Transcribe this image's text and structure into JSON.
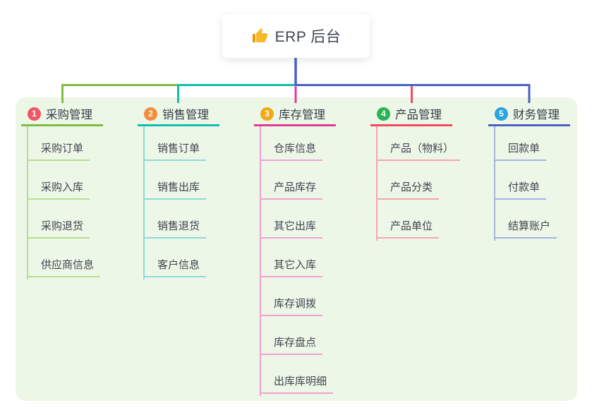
{
  "root": {
    "icon": "thumbs-up-icon",
    "label": "ERP 后台"
  },
  "canvas": {
    "background": "#ffffff",
    "panel_background": "#edf7e8",
    "root_connector_color": "#4a61c4"
  },
  "branches": [
    {
      "number": "1",
      "title": "采购管理",
      "accent_color": "#7ebd41",
      "light_color": "#b8dc90",
      "badge_color": "#ee5766",
      "children": [
        "采购订单",
        "采购入库",
        "采购退货",
        "供应商信息"
      ]
    },
    {
      "number": "2",
      "title": "销售管理",
      "accent_color": "#13bdb1",
      "light_color": "#8adcd4",
      "badge_color": "#f68b3b",
      "children": [
        "销售订单",
        "销售出库",
        "销售退货",
        "客户信息"
      ]
    },
    {
      "number": "3",
      "title": "库存管理",
      "accent_color": "#e23a98",
      "light_color": "#f2a2d0",
      "badge_color": "#f2a918",
      "children": [
        "仓库信息",
        "产品库存",
        "其它出库",
        "其它入库",
        "库存调拨",
        "库存盘点",
        "出库库明细"
      ]
    },
    {
      "number": "4",
      "title": "产品管理",
      "accent_color": "#f4485e",
      "light_color": "#f8a6ae",
      "badge_color": "#2cb454",
      "children": [
        "产品（物料）",
        "产品分类",
        "产品单位"
      ]
    },
    {
      "number": "5",
      "title": "财务管理",
      "accent_color": "#4a61c4",
      "light_color": "#a6b4e2",
      "badge_color": "#2aa6de",
      "children": [
        "回款单",
        "付款单",
        "结算账户"
      ]
    }
  ]
}
